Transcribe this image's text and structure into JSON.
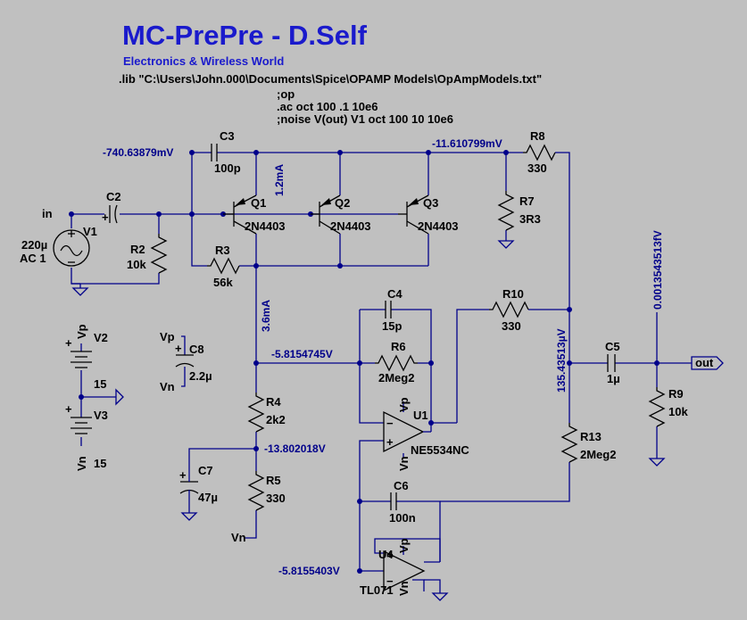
{
  "title": "MC-PrePre - D.Self",
  "subtitle": "Electronics & Wireless World",
  "directives": {
    "lib": ".lib \"C:\\Users\\John.000\\Documents\\Spice\\OPAMP Models\\OpAmpModels.txt\"",
    "op": ";op",
    "ac": ".ac oct 100 .1 10e6",
    "noise": ";noise V(out) V1 oct 100 10 10e6"
  },
  "nets": {
    "in": "in",
    "out": "out",
    "vp": "Vp",
    "vn": "Vn"
  },
  "op_values": {
    "top_left_node": "-740.63879mV",
    "top_right_node": "-11.610799mV",
    "q1_current": "1.2mA",
    "r3_current": "3.6mA",
    "u1_input_node": "-5.8154745V",
    "r4_r5_node": "-13.802018V",
    "u4_output_node": "-5.8155403V",
    "u1_output_node": "135.43513µV",
    "out_node": "0.0013543513fV"
  },
  "components": {
    "c3": {
      "name": "C3",
      "value": "100p"
    },
    "c2": {
      "name": "C2",
      "value": ""
    },
    "v1": {
      "name": "V1",
      "value_line1": "220µ",
      "value_line2": "AC 1"
    },
    "r2": {
      "name": "R2",
      "value": "10k"
    },
    "q1": {
      "name": "Q1",
      "model": "2N4403"
    },
    "q2": {
      "name": "Q2",
      "model": "2N4403"
    },
    "q3": {
      "name": "Q3",
      "model": "2N4403"
    },
    "r3": {
      "name": "R3",
      "value": "56k"
    },
    "r8": {
      "name": "R8",
      "value": "330"
    },
    "r7": {
      "name": "R7",
      "value": "3R3"
    },
    "v2": {
      "name": "V2",
      "value": "15"
    },
    "v3": {
      "name": "V3",
      "value": "15"
    },
    "c8": {
      "name": "C8",
      "value": "2.2µ"
    },
    "c4": {
      "name": "C4",
      "value": "15p"
    },
    "r6": {
      "name": "R6",
      "value": "2Meg2"
    },
    "r10": {
      "name": "R10",
      "value": "330"
    },
    "c5": {
      "name": "C5",
      "value": "1µ"
    },
    "r9": {
      "name": "R9",
      "value": "10k"
    },
    "r4": {
      "name": "R4",
      "value": "2k2"
    },
    "u1": {
      "name": "U1",
      "model": "NE5534NC"
    },
    "r13": {
      "name": "R13",
      "value": "2Meg2"
    },
    "c7": {
      "name": "C7",
      "value": "47µ"
    },
    "r5": {
      "name": "R5",
      "value": "330"
    },
    "c6": {
      "name": "C6",
      "value": "100n"
    },
    "u4": {
      "name": "U4",
      "model": "TL071"
    }
  }
}
